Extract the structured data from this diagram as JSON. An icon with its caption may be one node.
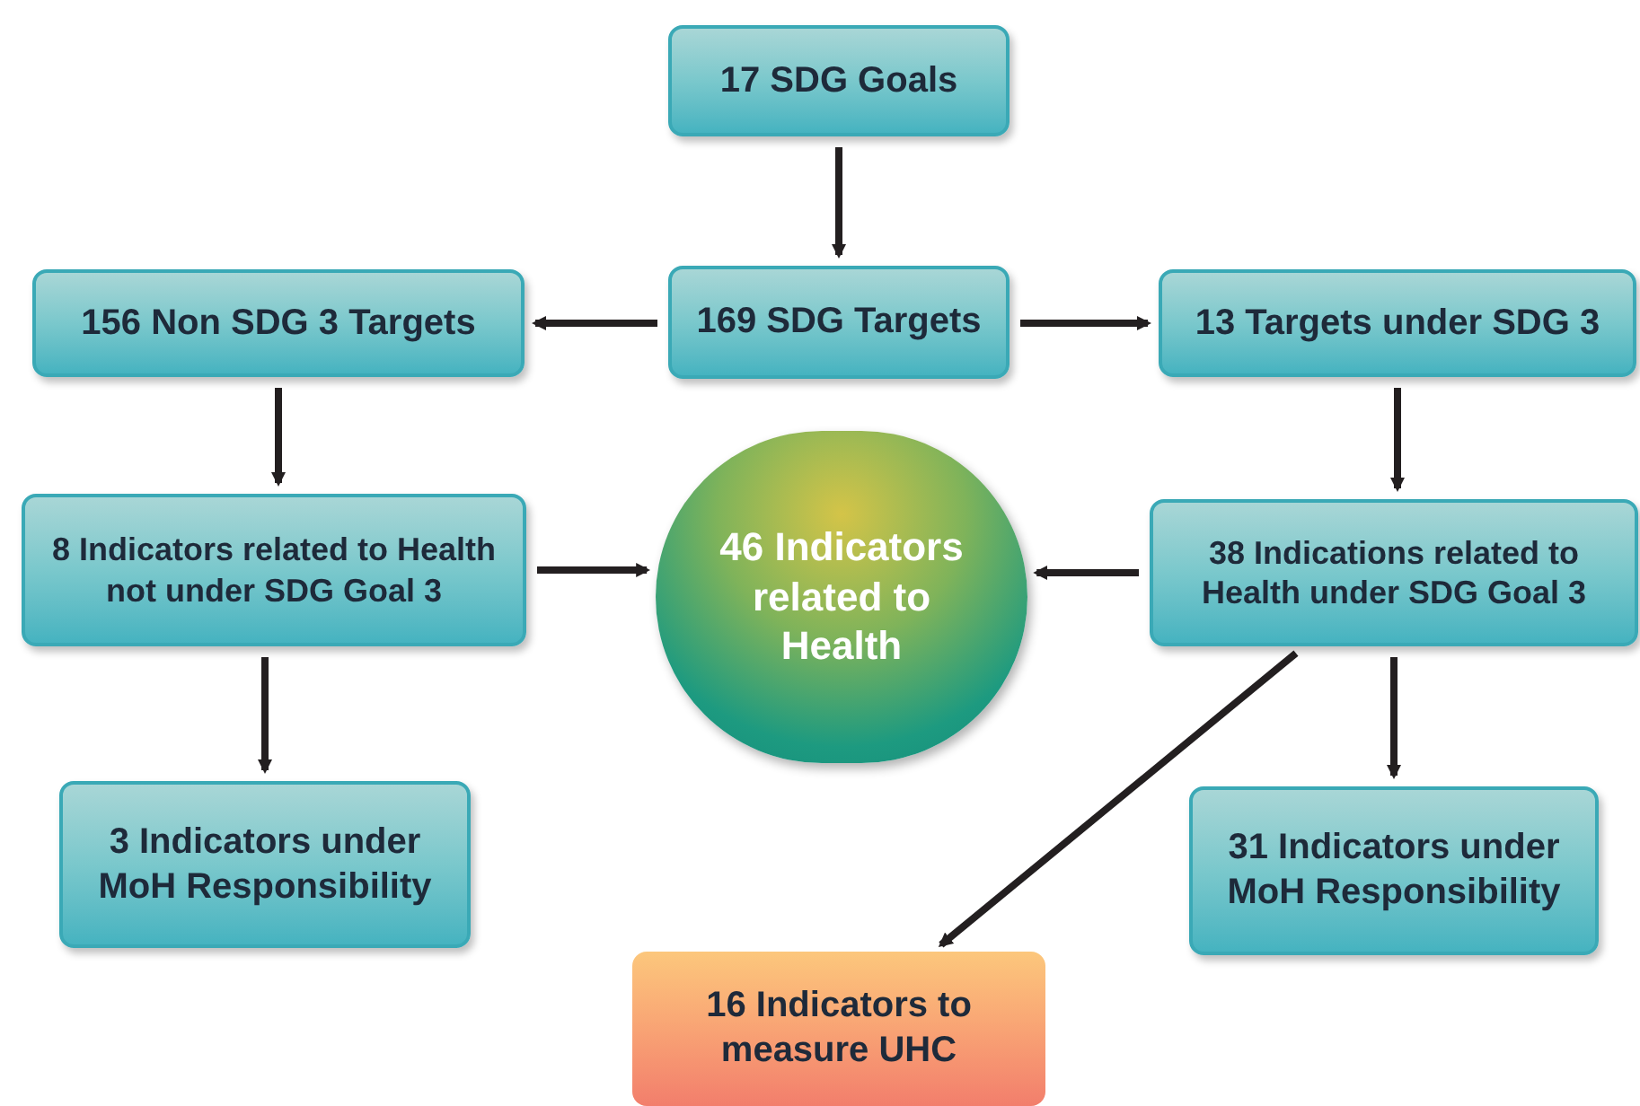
{
  "diagram": {
    "nodes": [
      {
        "text": [
          "17 SDG Goals"
        ]
      },
      {
        "text": [
          "169 SDG Targets"
        ]
      },
      {
        "text": [
          "156 Non SDG 3 Targets"
        ]
      },
      {
        "text": [
          "13 Targets under SDG 3"
        ]
      },
      {
        "text": [
          "8 Indicators related to Health not under SDG Goal 3"
        ]
      },
      {
        "text": [
          "46  Indicators related to Health"
        ]
      },
      {
        "text": [
          "38 Indications related to Health under SDG Goal 3"
        ]
      },
      {
        "text": [
          "3 Indicators under MoH Responsibility"
        ]
      },
      {
        "text": [
          "31 Indicators under MoH Responsibility"
        ]
      },
      {
        "text": [
          "16 Indicators to measure UHC"
        ]
      }
    ],
    "edges": [
      {
        "from": 0,
        "to": 1,
        "arrow": "to"
      },
      {
        "from": 1,
        "to": 2,
        "arrow": "to"
      },
      {
        "from": 1,
        "to": 3,
        "arrow": "to"
      },
      {
        "from": 2,
        "to": 4,
        "arrow": "to"
      },
      {
        "from": 3,
        "to": 6,
        "arrow": "to"
      },
      {
        "from": 4,
        "to": 5,
        "arrow": "to"
      },
      {
        "from": 6,
        "to": 5,
        "arrow": "to"
      },
      {
        "from": 4,
        "to": 7,
        "arrow": "to"
      },
      {
        "from": 6,
        "to": 8,
        "arrow": "to"
      },
      {
        "from": 6,
        "to": 9,
        "arrow": "to"
      }
    ]
  }
}
